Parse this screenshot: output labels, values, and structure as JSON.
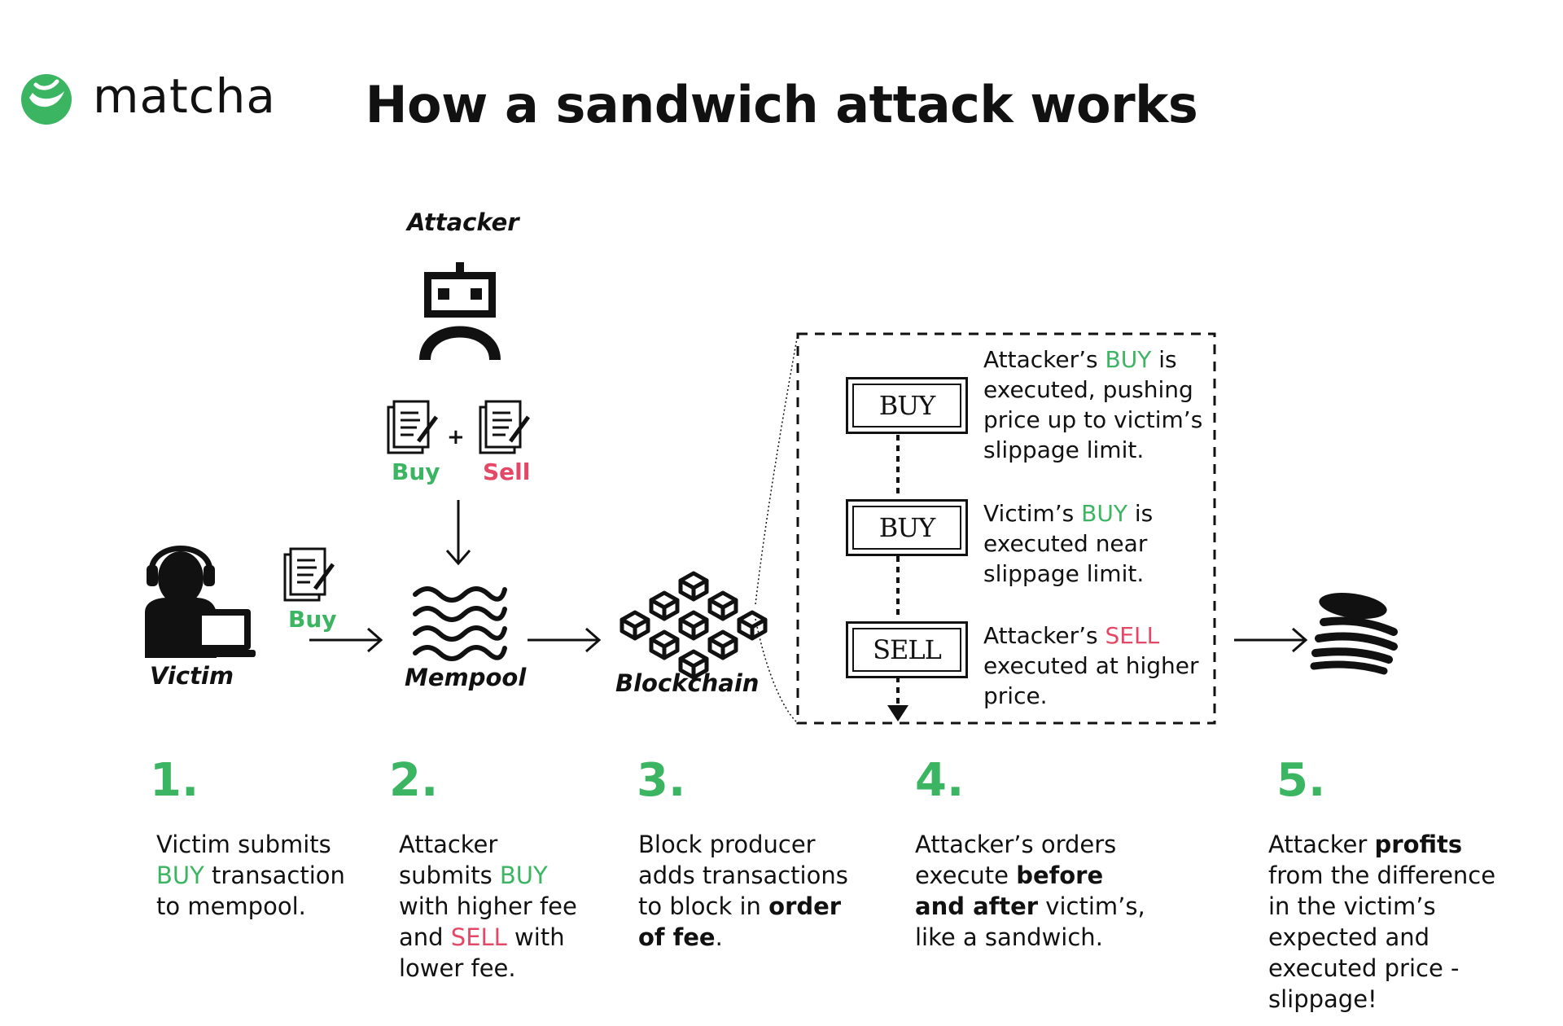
{
  "brand": {
    "name": "matcha",
    "logo_icon": "matcha-logo-icon"
  },
  "title": "How a sandwich attack works",
  "actors": {
    "attacker": "Attacker",
    "victim": "Victim",
    "mempool": "Mempool",
    "blockchain": "Blockchain"
  },
  "documents": {
    "attacker_buy": "Buy",
    "attacker_sell": "Sell",
    "plus": "+",
    "victim_buy": "Buy"
  },
  "block": {
    "items": [
      {
        "label": "BUY",
        "desc_pre": "Attacker’s ",
        "desc_hl": "BUY",
        "desc_hl_color": "#3cb563",
        "desc_post": " is executed, pushing price up to victim’s slippage limit."
      },
      {
        "label": "BUY",
        "desc_pre": "Victim’s ",
        "desc_hl": "BUY",
        "desc_hl_color": "#3cb563",
        "desc_post": " is executed near slippage limit."
      },
      {
        "label": "SELL",
        "desc_pre": "Attacker’s ",
        "desc_hl": "SELL",
        "desc_hl_color": "#e54867",
        "desc_post": " executed at higher price."
      }
    ]
  },
  "steps": [
    {
      "num": "1.",
      "segments": [
        {
          "t": "Victim submits ",
          "s": "n"
        },
        {
          "t": "BUY",
          "s": "g"
        },
        {
          "t": " transaction to mempool.",
          "s": "n"
        }
      ]
    },
    {
      "num": "2.",
      "segments": [
        {
          "t": "Attacker submits ",
          "s": "n"
        },
        {
          "t": "BUY",
          "s": "g"
        },
        {
          "t": " with higher fee and ",
          "s": "n"
        },
        {
          "t": "SELL",
          "s": "r"
        },
        {
          "t": " with lower fee.",
          "s": "n"
        }
      ]
    },
    {
      "num": "3.",
      "segments": [
        {
          "t": "Block producer adds transactions to block in ",
          "s": "n"
        },
        {
          "t": "order of fee",
          "s": "b"
        },
        {
          "t": ".",
          "s": "n"
        }
      ]
    },
    {
      "num": "4.",
      "segments": [
        {
          "t": "Attacker’s orders execute ",
          "s": "n"
        },
        {
          "t": "before and after",
          "s": "b"
        },
        {
          "t": " victim’s, like a sandwich.",
          "s": "n"
        }
      ]
    },
    {
      "num": "5.",
      "segments": [
        {
          "t": "Attacker ",
          "s": "n"
        },
        {
          "t": "profits",
          "s": "b"
        },
        {
          "t": " from the difference in the victim’s expected and executed price - slippage!",
          "s": "n"
        }
      ]
    }
  ],
  "colors": {
    "green": "#3cb563",
    "red": "#e54867",
    "ink": "#111111"
  }
}
